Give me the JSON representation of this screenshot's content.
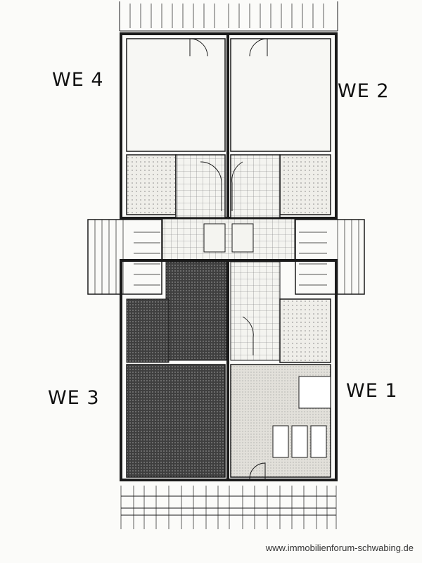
{
  "plan": {
    "units": [
      {
        "id": "we4",
        "label": "WE 4",
        "tone": "light"
      },
      {
        "id": "we2",
        "label": "WE 2",
        "tone": "light"
      },
      {
        "id": "we3",
        "label": "WE 3",
        "tone": "dark"
      },
      {
        "id": "we1",
        "label": "WE 1",
        "tone": "shaded"
      }
    ],
    "colors": {
      "line": "#1a1a1a",
      "dark": "#3a3a3a",
      "shaded": "#d8d6d0",
      "paper": "#fbfbf9"
    }
  },
  "watermark": "www.immobilienforum-schwabing.de"
}
